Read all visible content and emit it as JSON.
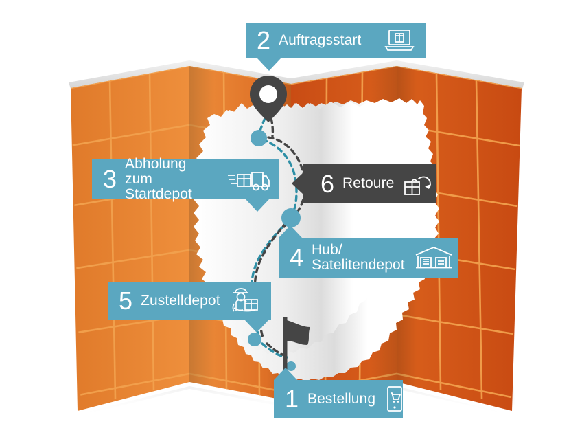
{
  "infographic": {
    "title_visible": false,
    "colors": {
      "teal": "#5BA7C0",
      "dark_gray": "#454545",
      "map_orange_light": "#E8822E",
      "map_orange_dark": "#CF4F17",
      "map_grid": "#F3A250",
      "germany_white": "#FFFFFF",
      "germany_shade": "#E2E2E2",
      "route_teal": "#2E8FA6",
      "route_dark": "#454545"
    },
    "steps": [
      {
        "number": "1",
        "label": "Bestellung",
        "icon": "smartphone-cart-icon",
        "style": "teal"
      },
      {
        "number": "2",
        "label": "Auftragsstart",
        "icon": "laptop-package-icon",
        "style": "teal"
      },
      {
        "number": "3",
        "label": "Abholung zum\nStartdepot",
        "icon": "delivery-truck-icon",
        "style": "teal"
      },
      {
        "number": "4",
        "label": "Hub/\nSatelitendepot",
        "icon": "warehouse-icon",
        "style": "teal"
      },
      {
        "number": "5",
        "label": "Zustelldepot",
        "icon": "courier-parcel-icon",
        "style": "teal"
      },
      {
        "number": "6",
        "label": "Retoure",
        "icon": "return-parcel-icon",
        "style": "dark"
      }
    ],
    "map": {
      "region": "Germany",
      "markers": [
        {
          "name": "order-start-pin",
          "type": "map-pin",
          "color": "#454545"
        },
        {
          "name": "destination-flag",
          "type": "flag",
          "color": "#454545"
        },
        {
          "name": "route-node-startdepot",
          "type": "route-dot",
          "color": "#5BA7C0"
        },
        {
          "name": "route-node-hub",
          "type": "route-dot",
          "color": "#5BA7C0"
        },
        {
          "name": "route-node-zustell",
          "type": "route-dot",
          "color": "#5BA7C0"
        }
      ],
      "routes": [
        {
          "name": "outbound-route",
          "style": "dashed",
          "color": "#2E8FA6"
        },
        {
          "name": "return-route",
          "style": "dashed",
          "color": "#454545"
        }
      ]
    }
  }
}
